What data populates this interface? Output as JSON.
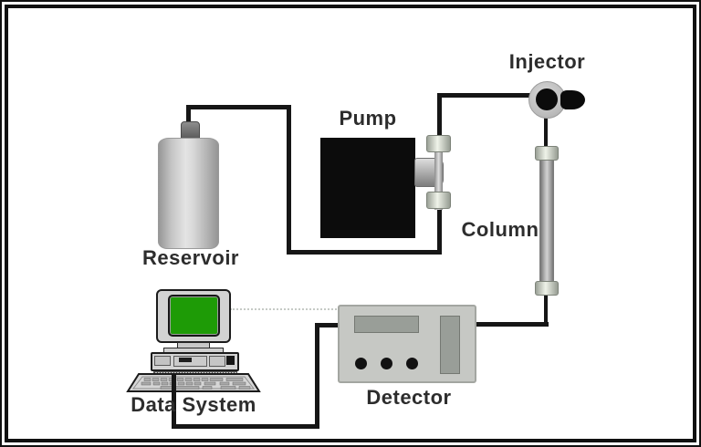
{
  "components": {
    "reservoir": {
      "label": "Reservoir"
    },
    "pump": {
      "label": "Pump"
    },
    "injector": {
      "label": "Injector"
    },
    "column": {
      "label": "Column"
    },
    "detector": {
      "label": "Detector"
    },
    "data_system": {
      "label": "Data System"
    }
  },
  "colors": {
    "tubing": "#161616",
    "pump_body": "#0c0c0c",
    "monitor_screen_green": "#1e9b06",
    "detector_body": "#c6c8c4",
    "metal_highlight": "#eff3e9",
    "metal_shadow": "#7d7d7d",
    "label_text": "#2d2d2d",
    "frame_border": "#111111",
    "signal_cable_dotted": "#c6cac6"
  }
}
